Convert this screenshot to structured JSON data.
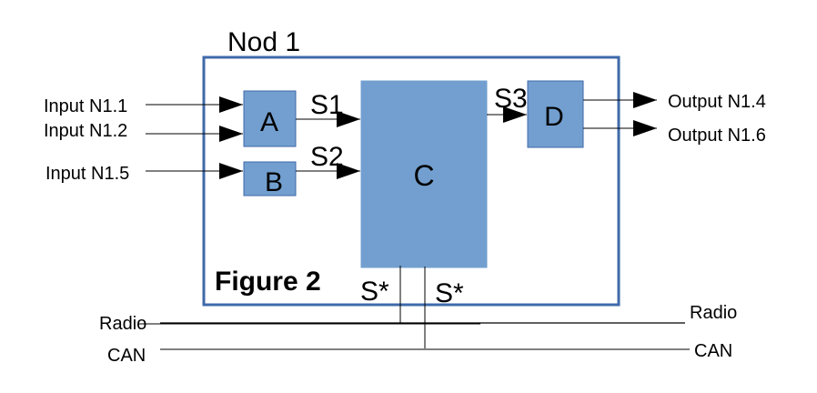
{
  "node": {
    "title": "Nod 1",
    "figure_label": "Figure 2"
  },
  "blocks": {
    "a": "A",
    "b": "B",
    "c": "C",
    "d": "D"
  },
  "signals": {
    "s1": "S1",
    "s2": "S2",
    "s3": "S3",
    "s_star_1": "S*",
    "s_star_2": "S*"
  },
  "inputs": [
    "Input N1.1",
    "Input N1.2",
    "Input N1.5"
  ],
  "outputs": [
    "Output N1.4",
    "Output N1.6"
  ],
  "buses": {
    "radio_left": "Radio",
    "radio_right": "Radio",
    "can_left": "CAN",
    "can_right": "CAN"
  },
  "colors": {
    "frame": "#3f6aaa",
    "block_fill": "#729fcf",
    "block_stroke": "#3f6aaa",
    "can_line": "#808080"
  }
}
